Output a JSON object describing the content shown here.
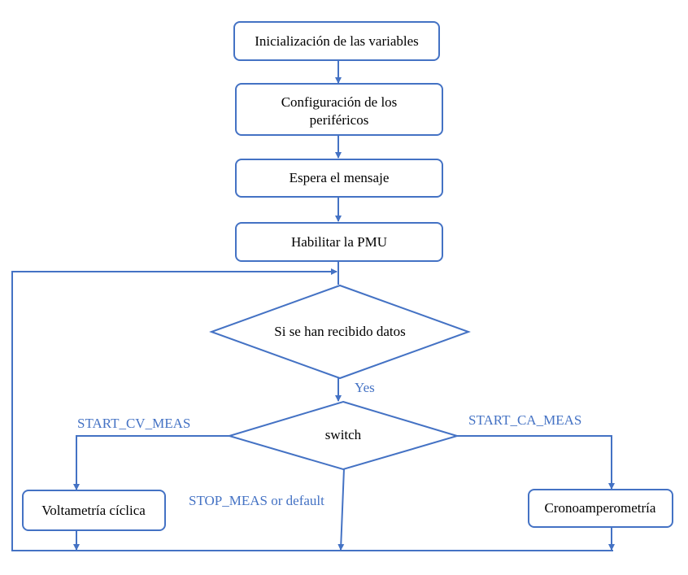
{
  "colors": {
    "stroke": "#4472C4",
    "label": "#4472C4",
    "text": "#000000",
    "background": "#ffffff"
  },
  "nodes": {
    "init": "Inicialización de las variables",
    "config_line1": "Configuración de los",
    "config_line2": "periféricos",
    "wait": "Espera el mensaje",
    "pmu": "Habilitar la PMU",
    "check": "Si se han recibido datos",
    "switch": "switch",
    "cv": "Voltametría cíclica",
    "ca": "Cronoamperometría"
  },
  "edges": {
    "yes": "Yes",
    "start_cv": "START_CV_MEAS",
    "start_ca": "START_CA_MEAS",
    "stop": "STOP_MEAS or default"
  }
}
